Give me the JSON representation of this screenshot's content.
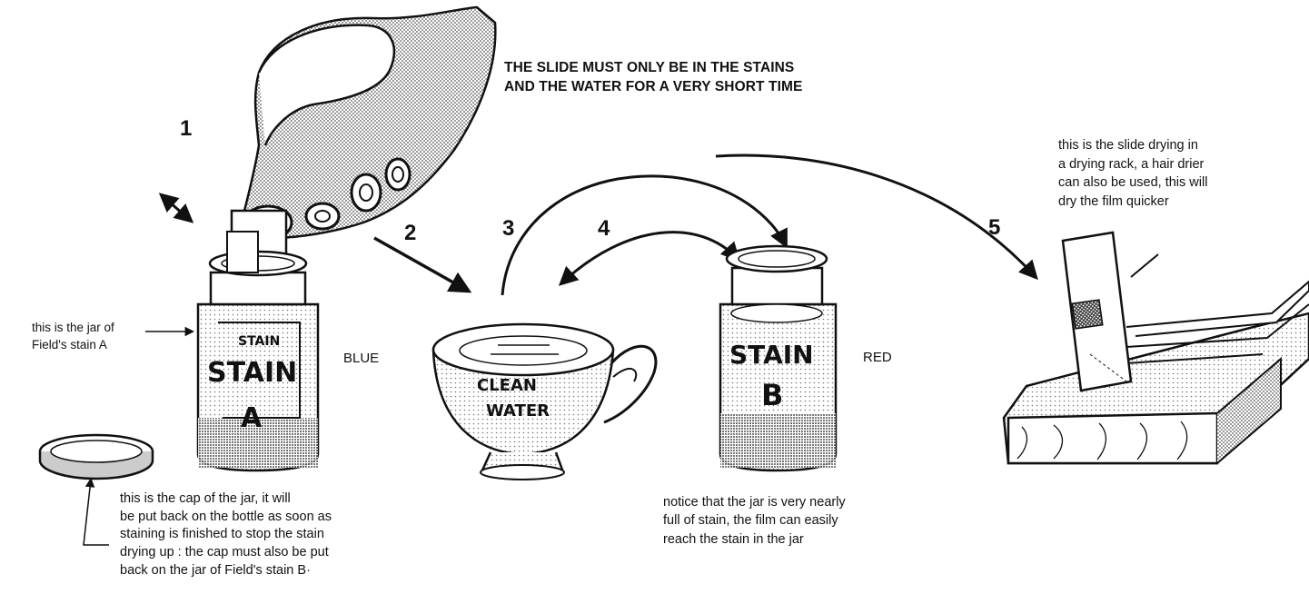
{
  "heading_lines": [
    "THE SLIDE MUST ONLY BE IN THE STAINS",
    "AND THE WATER FOR A VERY SHORT TIME"
  ],
  "steps": [
    "1",
    "2",
    "3",
    "4",
    "5"
  ],
  "jar_a": {
    "lid_text": "STAIN",
    "label_line1": "STAIN",
    "label_line2": "A",
    "color_word": "BLUE",
    "callout": [
      "this is the jar of",
      "Field's stain A"
    ]
  },
  "cup": {
    "label_line1": "CLEAN",
    "label_line2": "WATER"
  },
  "jar_b": {
    "label_line1": "STAIN",
    "label_line2": "B",
    "color_word": "RED",
    "note": [
      "notice that the jar is very nearly",
      "full of stain, the film can easily",
      "reach the stain in the jar"
    ]
  },
  "cap_note": [
    "this is the cap of the jar, it will",
    "be put back on the bottle as soon as",
    "staining is finished to stop the stain",
    "drying up : the cap must also be put",
    "back on the jar of Field's stain B·"
  ],
  "rack_note": [
    "this is the slide drying in",
    "a drying rack, a hair drier",
    "can also be used, this will",
    "dry the film quicker"
  ],
  "colors": {
    "ink": "#111111",
    "paper": "#ffffff",
    "stipple": "#555555"
  }
}
